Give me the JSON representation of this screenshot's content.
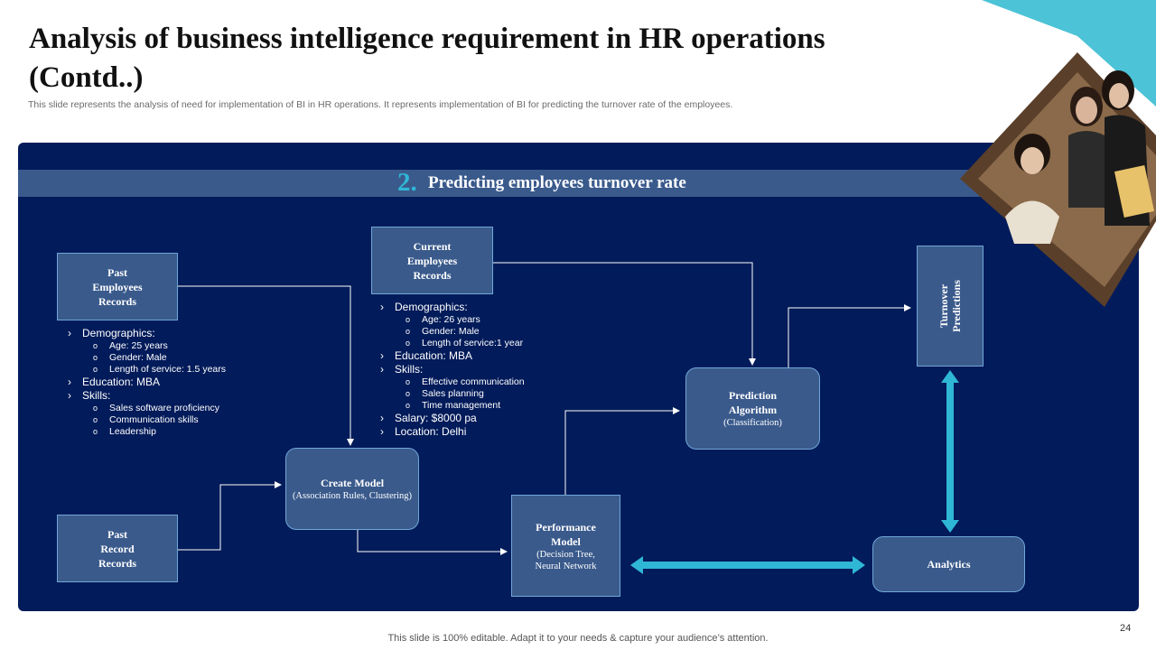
{
  "header": {
    "title": "Analysis of business intelligence requirement in HR operations (Contd..)",
    "subtitle": "This slide represents the analysis of need for implementation of BI in HR operations. It represents implementation of BI for predicting the turnover rate of the employees."
  },
  "banner": {
    "number": "2.",
    "text": "Predicting employees turnover rate"
  },
  "nodes": {
    "past_employees": "Past Employees Records",
    "current_employees": "Current Employees Records",
    "create_model_title": "Create Model",
    "create_model_sub": "(Association Rules, Clustering)",
    "past_record": "Past Record Records",
    "performance_title": "Performance Model",
    "performance_sub": "(Decision Tree, Neural Network",
    "prediction_title": "Prediction Algorithm",
    "prediction_sub": "(Classification)",
    "turnover": "Turnover Predictions",
    "analytics": "Analytics"
  },
  "past_details": {
    "demographics": "Demographics:",
    "age": "Age: 25 years",
    "gender": "Gender: Male",
    "service": "Length of service: 1.5 years",
    "education": "Education: MBA",
    "skills": "Skills:",
    "skill1": "Sales software proficiency",
    "skill2": "Communication  skills",
    "skill3": "Leadership"
  },
  "current_details": {
    "demographics": "Demographics:",
    "age": "Age: 26 years",
    "gender": "Gender: Male",
    "service": "Length of service:1 year",
    "education": "Education: MBA",
    "skills": "Skills:",
    "skill1": "Effective communication",
    "skill2": "Sales planning",
    "skill3": "Time  management",
    "salary": "Salary: $8000 pa",
    "location": "Location: Delhi"
  },
  "footer": {
    "page_number": "24",
    "note": "This slide is 100% editable. Adapt it to your needs & capture your audience’s attention."
  },
  "colors": {
    "panel": "#021b5a",
    "box": "#3a5a8c",
    "accent": "#2fb7d6",
    "corner": "#4cc3d6"
  }
}
